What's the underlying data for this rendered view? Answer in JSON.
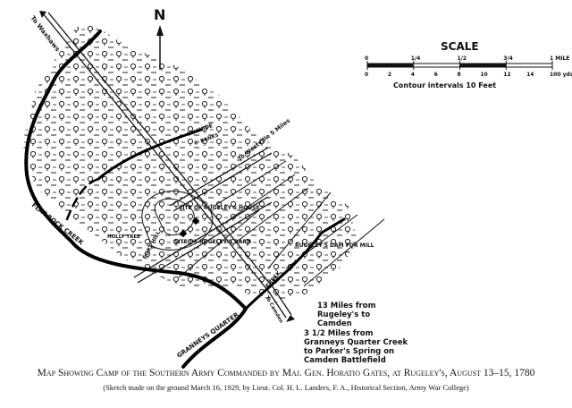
{
  "north_label": "N",
  "scale": {
    "title": "SCALE",
    "mile_ticks": [
      "0",
      "1/4",
      "1/2",
      "3/4",
      "1 MILE"
    ],
    "hundred_yard_ticks": [
      "0",
      "2",
      "4",
      "6",
      "8",
      "10",
      "12",
      "14",
      "100 yds."
    ],
    "contour_note": "Contour intervals 10 Feet"
  },
  "labels": {
    "to_waxhaws": "To Waxhaws",
    "wide_12": "12' WIDE",
    "banks_6": "6' BANKS",
    "to_westville": "To Westville 5 Miles",
    "site_house": "SITE OF RUGELEY'S HOUSE",
    "site_barn": "SITE OF RUGELEY'S BARN",
    "holly_tree": "HOLLY TREE",
    "fort_hill": "FORT HILL",
    "flat_rock_creek": "FLAT ROCK CREEK",
    "dam": "RUGELEY'S DAM FOR MILL",
    "creek": "CREEK",
    "grannneys_quarter": "GRANNEYS QUARTER",
    "to_camden": "To Camden"
  },
  "notes": {
    "camden_distance": "13 Miles from\nRugeley's to\nCamden",
    "parkers_spring": "3 1/2 Miles from\nGranneys Quarter Creek\nto Parker's Spring on\nCamden Battlefield"
  },
  "caption": {
    "title": "Map Showing Camp of the Southern Army Commanded by Maj. Gen. Horatio Gates, at Rugeley's, August 13–15, 1780",
    "subtitle": "(Sketch made on the ground March 16, 1929, by Lieut. Col. H. L. Landers, F. A., Historical Section, Army War College)"
  }
}
